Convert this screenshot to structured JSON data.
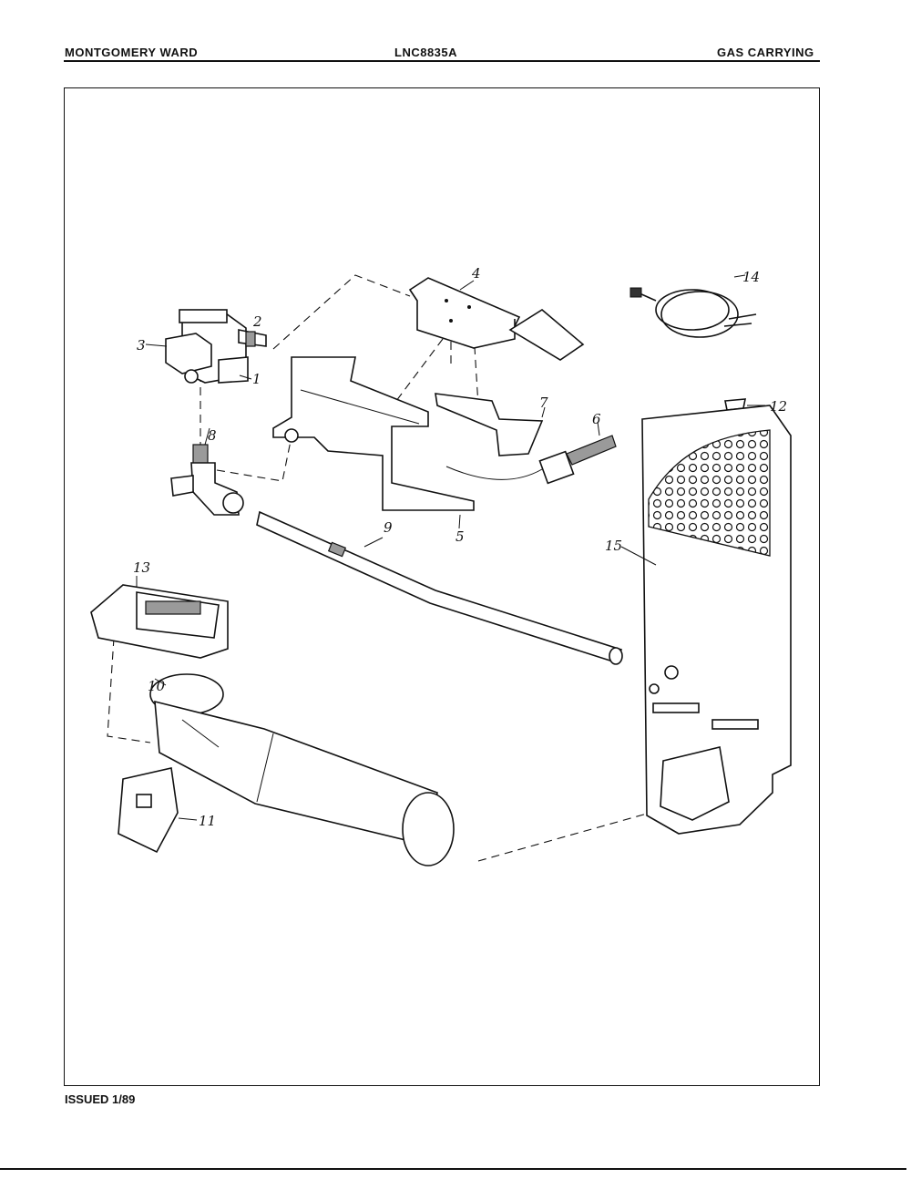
{
  "header": {
    "left": "MONTGOMERY WARD",
    "center": "LNC8835A",
    "right": "GAS CARRYING"
  },
  "footer": {
    "issued": "ISSUED 1/89"
  },
  "callouts": [
    "1",
    "2",
    "3",
    "4",
    "5",
    "6",
    "7",
    "8",
    "9",
    "10",
    "11",
    "12",
    "13",
    "14",
    "15"
  ]
}
